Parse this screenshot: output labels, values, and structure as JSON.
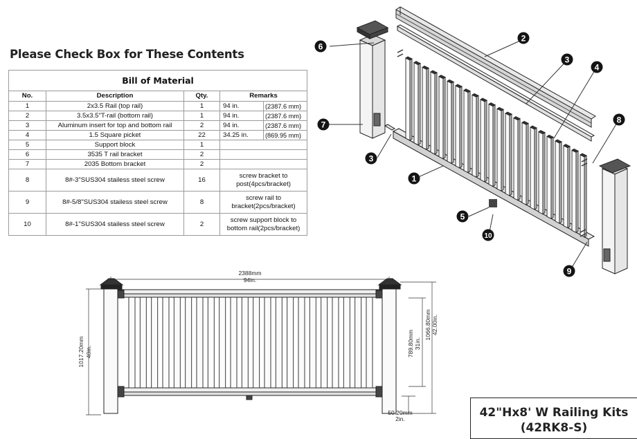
{
  "heading": "Please Check Box for These Contents",
  "bom": {
    "caption": "Bill of Material",
    "columns": [
      "No.",
      "Description",
      "Qty.",
      "Remarks"
    ],
    "rows": [
      {
        "no": "1",
        "desc": "2x3.5 Rail (top rail)",
        "qty": "1",
        "len": "94 in.",
        "mm": "(2387.6 mm)"
      },
      {
        "no": "2",
        "desc": "3.5x3.5\"T-rail (bottom rail)",
        "qty": "1",
        "len": "94 in.",
        "mm": "(2387.6 mm)"
      },
      {
        "no": "3",
        "desc": "Aluminum insert for top and bottom rail",
        "qty": "2",
        "len": "94 in.",
        "mm": "(2387.6 mm)"
      },
      {
        "no": "4",
        "desc": "1.5 Square picket",
        "qty": "22",
        "len": "34.25 in.",
        "mm": "(869.95 mm)"
      },
      {
        "no": "5",
        "desc": "Support block",
        "qty": "1",
        "len": "",
        "mm": ""
      },
      {
        "no": "6",
        "desc": "3535 T rail bracket",
        "qty": "2",
        "len": "",
        "mm": ""
      },
      {
        "no": "7",
        "desc": "2035 Bottom bracket",
        "qty": "2",
        "len": "",
        "mm": ""
      },
      {
        "no": "8",
        "desc": "8#-3\"SUS304 stailess steel screw",
        "qty": "16",
        "remark1": "screw bracket to",
        "remark2": "post(4pcs/bracket)"
      },
      {
        "no": "9",
        "desc": "8#-5/8\"SUS304 stailess steel screw",
        "qty": "8",
        "remark1": "screw rail to",
        "remark2": "bracket(2pcs/bracket)"
      },
      {
        "no": "10",
        "desc": "8#-1\"SUS304 stailess steel screw",
        "qty": "2",
        "remark1": "screw support block to",
        "remark2": "bottom rail(2pcs/bracket)"
      }
    ]
  },
  "callouts": [
    "1",
    "2",
    "3",
    "4",
    "5",
    "6",
    "7",
    "8",
    "9",
    "10",
    "3"
  ],
  "dimensions": {
    "width_mm": "2388mm",
    "width_in": "94in.",
    "left_mm": "1017.20mm",
    "left_in": "40in.",
    "right_mm": "1066.80mm",
    "right_in": "42.00in.",
    "inner_mm": "789.80mm",
    "inner_in": "31in.",
    "gap_mm": "50.20mm",
    "gap_in": "2in."
  },
  "title": {
    "line1": "42\"Hx8' W Railing Kits",
    "line2": "(42RK8-S)"
  }
}
